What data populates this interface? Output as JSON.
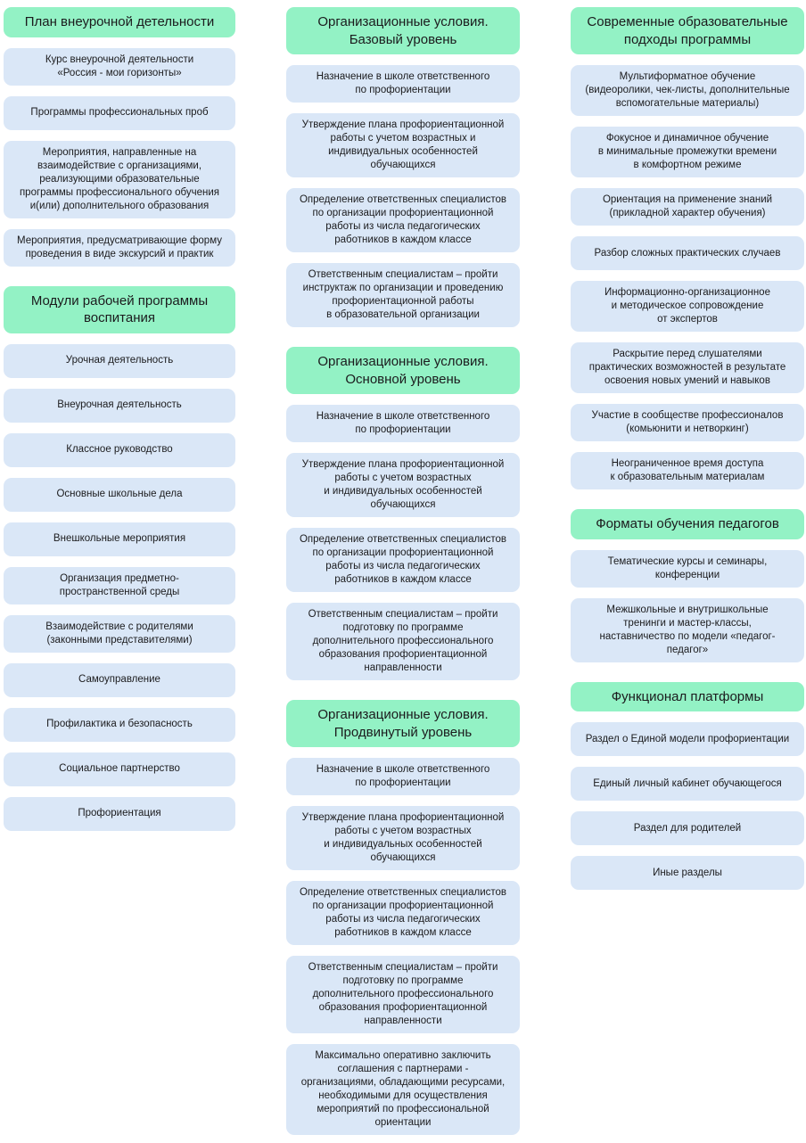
{
  "colors": {
    "header_bg": "#93f2c5",
    "card_bg": "#dae7f7",
    "text": "#1b1b1d",
    "page_bg": "#ffffff"
  },
  "columns": [
    {
      "groups": [
        {
          "header": "План внеурочной детельности",
          "items": [
            "Курс внеурочной деятельности\n«Россия - мои горизонты»",
            "Программы профессиональных проб",
            "Мероприятия, направленные на\nвзаимодействие с организациями,\nреализующими образовательные\nпрограммы профессионального обучения\nи(или) дополнительного образования",
            "Мероприятия, предусматривающие форму\nпроведения в виде экскурсий и практик"
          ]
        },
        {
          "header": "Модули рабочей программы\nвоспитания",
          "items": [
            "Урочная деятельность",
            "Внеурочная деятельность",
            "Классное руководство",
            "Основные школьные дела",
            "Внешкольные мероприятия",
            "Организация предметно-\nпространственной среды",
            "Взаимодействие с родителями\n(законными представителями)",
            "Самоуправление",
            "Профилактика и безопасность",
            "Социальное партнерство",
            "Профориентация"
          ]
        }
      ]
    },
    {
      "groups": [
        {
          "header": "Организационные условия.\nБазовый уровень",
          "items": [
            "Назначение в школе ответственного\nпо профориентации",
            "Утверждение плана профориентационной\nработы с учетом возрастных и\nиндивидуальных особенностей\nобучающихся",
            "Определение ответственных специалистов\nпо организации профориентационной\nработы из числа педагогических\nработников в каждом классе",
            "Ответственным специалистам – пройти\nинструктаж по организации и проведению\nпрофориентационной работы\nв образовательной организации"
          ]
        },
        {
          "header": "Организационные условия.\nОсновной уровень",
          "items": [
            "Назначение в школе ответственного\nпо профориентации",
            "Утверждение плана профориентационной\nработы с учетом возрастных\nи индивидуальных особенностей\nобучающихся",
            "Определение ответственных специалистов\nпо организации профориентационной\nработы из числа педагогических\nработников в каждом классе",
            "Ответственным специалистам – пройти\nподготовку по программе\nдополнительного профессионального\nобразования профориентационной\nнаправленности"
          ]
        },
        {
          "header": "Организационные условия.\nПродвинутый уровень",
          "items": [
            "Назначение в школе ответственного\nпо профориентации",
            "Утверждение плана профориентационной\nработы с учетом возрастных\nи индивидуальных особенностей\nобучающихся",
            "Определение ответственных специалистов\nпо организации профориентационной\nработы из числа педагогических\nработников в каждом классе",
            "Ответственным специалистам – пройти\nподготовку по программе\nдополнительного профессионального\nобразования профориентационной\nнаправленности",
            "Максимально оперативно заключить\nсоглашения с партнерами -\nорганизациями, обладающими ресурсами,\nнеобходимыми для осуществления\nмероприятий по профессиональной\nориентации"
          ]
        }
      ]
    },
    {
      "groups": [
        {
          "header": "Современные образовательные\nподходы программы",
          "items": [
            "Мультиформатное обучение\n(видеоролики, чек-листы, дополнительные\nвспомогательные материалы)",
            "Фокусное и динамичное обучение\nв минимальные промежутки времени\nв комфортном режиме",
            "Ориентация на применение знаний\n(прикладной характер обучения)",
            "Разбор сложных практических случаев",
            "Информационно-организационное\nи методическое сопровождение\nот экспертов",
            "Раскрытие перед слушателями\nпрактических возможностей в результате\nосвоения новых умений и навыков",
            "Участие в сообществе профессионалов\n(комьюнити и нетворкинг)",
            "Неограниченное время доступа\nк образовательным материалам"
          ]
        },
        {
          "header": "Форматы обучения педагогов",
          "items": [
            "Тематические курсы и семинары,\nконференции",
            "Межшкольные и внутришкольные\nтренинги и мастер-классы,\nнаставничество по модели «педагог-\nпедагог»"
          ]
        },
        {
          "header": "Функционал платформы",
          "items": [
            "Раздел о Единой модели профориентации",
            "Единый личный кабинет обучающегося",
            "Раздел для родителей",
            "Иные разделы"
          ]
        }
      ]
    }
  ]
}
